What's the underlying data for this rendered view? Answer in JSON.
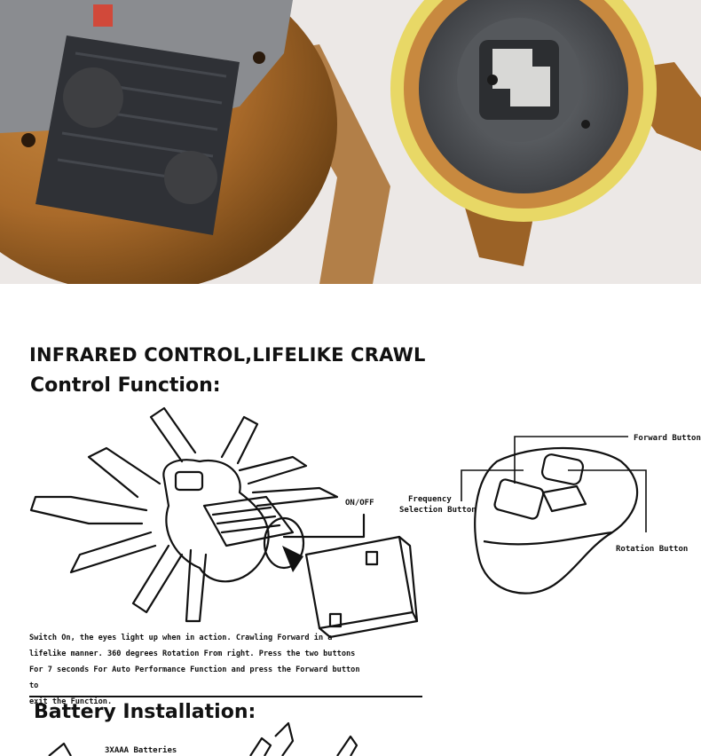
{
  "photo": {
    "alt_icon": "spider-toy-underside-photo"
  },
  "headline": "INFRARED CONTROL,LIFELIKE CRAWL",
  "control_function": {
    "title": "Control Function:",
    "on_off_label": "ON/OFF",
    "frequency_label_line1": "Frequency",
    "frequency_label_line2": "Selection Button",
    "forward_label": "Forward Button",
    "rotation_label": "Rotation Button",
    "description": [
      "Switch On, the eyes light up when in action. Crawling Forward in a",
      "lifelike manner. 360 degrees Rotation From right. Press the two buttons",
      "For 7 seconds For Auto Performance Function and press the Forward button to",
      "exit the Function."
    ]
  },
  "battery": {
    "title": "Battery Installation:",
    "battery_label": "3XAAA Batteries"
  },
  "colors": {
    "body_brown": "#b7742f",
    "photo_bg": "#ece8e6",
    "lens_ring": "#e8d866",
    "battery_cover": "#2f3136"
  }
}
